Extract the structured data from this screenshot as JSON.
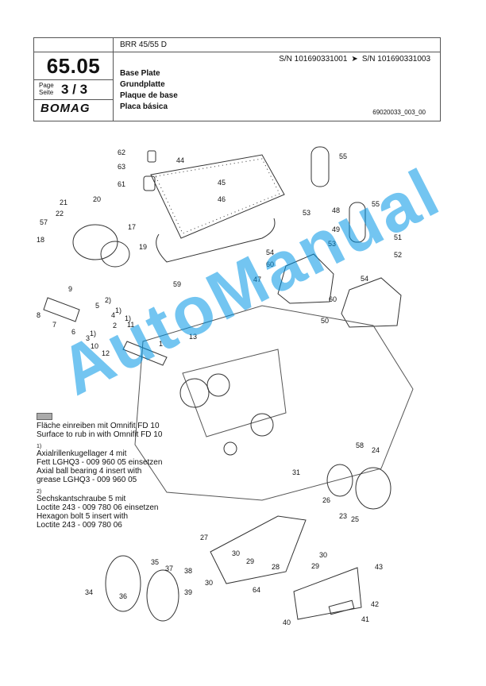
{
  "header": {
    "model": "BRR 45/55 D",
    "sn_from": "S/N 101690331001",
    "sn_to": "S/N 101690331003",
    "section": "65.05",
    "page_label_1": "Page",
    "page_label_2": "Seite",
    "page": "3 / 3",
    "logo": "BOMAG",
    "title_en": "Base Plate",
    "title_de": "Grundplatte",
    "title_fr": "Plaque de base",
    "title_es": "Placa básica",
    "drawing_no": "69020033_003_00"
  },
  "callouts": [
    "62",
    "63",
    "61",
    "44",
    "55",
    "45",
    "46",
    "21",
    "22",
    "20",
    "57",
    "17",
    "53",
    "48",
    "55",
    "49",
    "54",
    "60",
    "18",
    "19",
    "51",
    "52",
    "53",
    "47",
    "59",
    "54",
    "9",
    "60",
    "50",
    "5",
    "4",
    "8",
    "7",
    "6",
    "3",
    "2",
    "11",
    "10",
    "12",
    "1",
    "13",
    "58",
    "24",
    "31",
    "26",
    "23",
    "25",
    "27",
    "30",
    "29",
    "30",
    "35",
    "37",
    "38",
    "28",
    "29",
    "43",
    "34",
    "36",
    "39",
    "30",
    "64",
    "42",
    "40",
    "41"
  ],
  "callout_extra": [
    "2)",
    "1)",
    "1)",
    "1)"
  ],
  "notes": {
    "legend_de": "Fläche einreiben mit Omnifit FD 10",
    "legend_en": "Surface to rub in with Omnifit FD 10",
    "n1_mark": "1)",
    "n1_de1": "Axialrillenkugellager 4 mit",
    "n1_de2": "Fett LGHQ3 - 009 960 05 einsetzen",
    "n1_en1": "Axial ball bearing 4 insert  with",
    "n1_en2": "grease LGHQ3 - 009 960 05",
    "n2_mark": "2)",
    "n2_de1": "Sechskantschraube 5 mit",
    "n2_de2": "Loctite 243 - 009 780 06 einsetzen",
    "n2_en1": "Hexagon bolt 5 insert  with",
    "n2_en2": "Loctite 243 - 009 780 06"
  },
  "watermark": "AutoManual"
}
